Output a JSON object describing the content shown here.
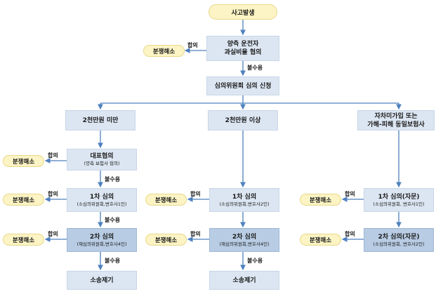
{
  "start": "사고발생",
  "step1": {
    "line1": "양측 운전자",
    "line2": "과실비율 협의"
  },
  "step2": "심의위원회 심의 신청",
  "branches": {
    "under": "2천만원 미만",
    "over": "2천만원 이상",
    "self": {
      "line1": "자차미가입 또는",
      "line2": "가해-피해 동일보험사"
    }
  },
  "under_col": {
    "rep": {
      "title": "대표협의",
      "sub": "(양측 보험사 협의)"
    },
    "first": {
      "title": "1차 심의",
      "sub": "(소심의위원회,변호사1인)"
    },
    "second": {
      "title": "2차 심의",
      "sub": "(재심의위원회,변호사4인)"
    },
    "lawsuit": "소송제기"
  },
  "over_col": {
    "first": {
      "title": "1차 심의",
      "sub": "(소심의위원회,변호사2인)"
    },
    "second": {
      "title": "2차 심의",
      "sub": "(재심의위원회,변호사4인)"
    },
    "lawsuit": "소송제기"
  },
  "self_col": {
    "first": {
      "title": "1차 심의(자문)",
      "sub": "(소심의위원회, 변호사1인)"
    },
    "second": {
      "title": "2차 심의(자문)",
      "sub": "(소심의위원회, 변호사2인)"
    }
  },
  "labels": {
    "agree": "합의",
    "disagree": "불수용",
    "resolved": "분쟁해소"
  }
}
